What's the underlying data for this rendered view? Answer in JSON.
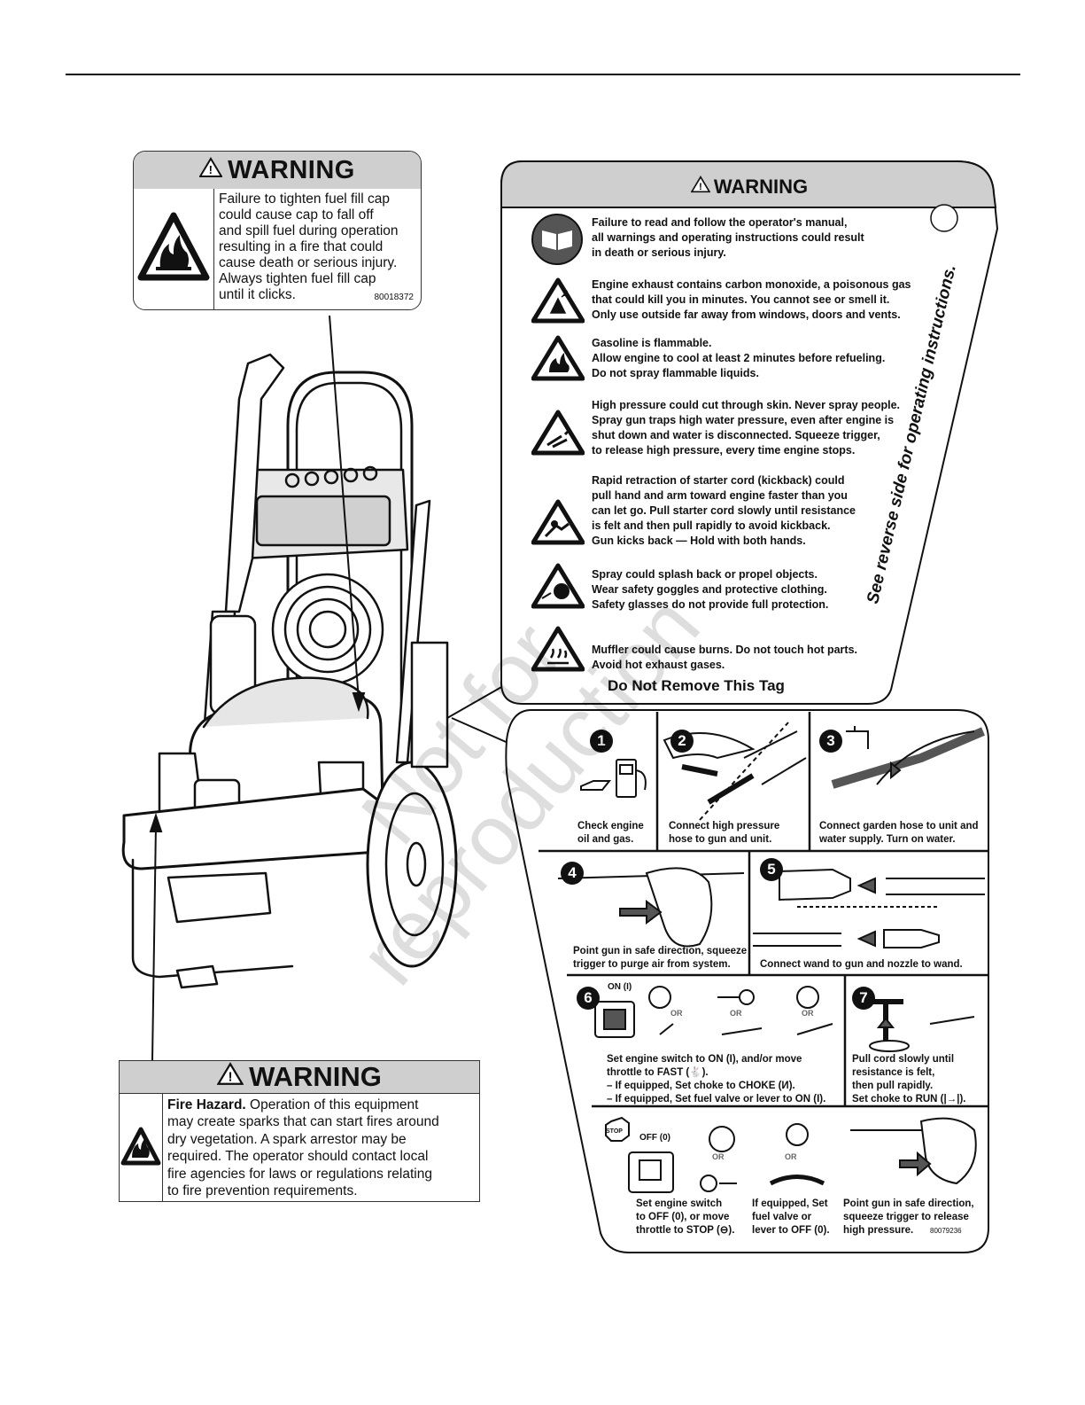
{
  "label_fuel_cap": {
    "header": "WARNING",
    "lines": [
      "Failure to tighten fuel fill cap",
      "could cause cap to fall off",
      "and spill fuel during operation",
      "resulting in a fire that could",
      "cause death or serious injury.",
      "Always tighten fuel fill cap",
      "until it clicks."
    ],
    "code": "80018372",
    "icon": "flammable-warning-icon"
  },
  "tag": {
    "header": "WARNING",
    "items": [
      {
        "icon": "manual-book-icon",
        "lines": [
          "Failure to read and follow the operator's manual,",
          "all warnings and operating instructions could result",
          "in death or serious injury."
        ]
      },
      {
        "icon": "toxic-fumes-warning-icon",
        "lines": [
          "Engine exhaust contains carbon monoxide, a poisonous gas",
          "that could kill you in minutes. You cannot see or smell it.",
          "Only use outside far away from windows, doors and vents."
        ]
      },
      {
        "icon": "flammable-warning-icon",
        "lines": [
          "Gasoline is flammable.",
          "Allow engine to cool at least 2 minutes before refueling.",
          "Do not spray flammable liquids."
        ]
      },
      {
        "icon": "high-pressure-warning-icon",
        "lines": [
          "High pressure could cut through skin. Never spray people.",
          "Spray gun traps high water pressure, even after engine is",
          "shut down and water is disconnected. Squeeze trigger,",
          "to release high pressure, every time engine stops."
        ]
      },
      {
        "icon": "kickback-warning-icon",
        "lines": [
          "Rapid retraction of starter cord (kickback) could",
          "pull hand and arm toward engine faster than you",
          "can let go. Pull starter cord slowly until resistance",
          "is felt and then pull rapidly to avoid kickback.",
          "Gun kicks back — Hold with both hands."
        ]
      },
      {
        "icon": "eye-protection-warning-icon",
        "lines": [
          "Spray could splash back or propel objects.",
          "Wear safety goggles and protective clothing.",
          "Safety glasses do not provide full protection."
        ]
      },
      {
        "icon": "hot-surface-warning-icon",
        "lines": [
          "Muffler could cause burns. Do not touch hot parts.",
          "Avoid hot exhaust gases."
        ]
      }
    ],
    "footer": "Do Not Remove This Tag",
    "side_text": "See reverse side for operating instructions."
  },
  "steps": [
    {
      "num": "1",
      "lines": [
        "Check engine",
        "oil and gas."
      ]
    },
    {
      "num": "2",
      "lines": [
        "Connect high pressure",
        "hose to gun and unit."
      ]
    },
    {
      "num": "3",
      "lines": [
        "Connect garden hose to unit and",
        "water supply. Turn on water."
      ]
    },
    {
      "num": "4",
      "lines": [
        "Point gun in safe direction, squeeze",
        "trigger to purge air from system."
      ]
    },
    {
      "num": "5",
      "lines": [
        "Connect wand to gun and nozzle to wand."
      ]
    },
    {
      "num": "6",
      "lines": [
        "Set engine switch to ON (I), and/or move",
        "throttle to FAST (🐇).",
        "– If equipped, Set choke to CHOKE (И).",
        "– If equipped, Set fuel valve or lever to ON (I)."
      ]
    },
    {
      "num": "7",
      "lines": [
        "Pull cord slowly until",
        "resistance is felt,",
        "then pull rapidly.",
        "Set choke to RUN (|→|)."
      ]
    }
  ],
  "step_labels": {
    "on_label": "ON (I)",
    "off_label": "OFF (0)",
    "or": "OR",
    "stop_sign": "STOP"
  },
  "shutdown": [
    {
      "lines": [
        "Set engine switch",
        "to OFF (0), or move",
        "throttle to STOP (⊖)."
      ]
    },
    {
      "lines": [
        "If equipped, Set",
        "fuel valve or",
        "lever to OFF (0)."
      ]
    },
    {
      "lines": [
        "Point gun in safe direction,",
        "squeeze trigger to release",
        "high pressure."
      ]
    }
  ],
  "card_code": "80079236",
  "label_fire_hazard": {
    "header": "WARNING",
    "bold": "Fire Hazard.",
    "lines": [
      " Operation of this equipment",
      "may create sparks that can start fires around",
      "dry vegetation. A spark arrestor may be",
      "required. The operator should contact local",
      "fire agencies for laws or regulations relating",
      "to fire prevention requirements."
    ]
  },
  "watermark": [
    "Not for",
    "reproduction"
  ],
  "colors": {
    "header_gray": "#cfcfcf",
    "line": "#111111",
    "watermark": "#dddddd"
  }
}
